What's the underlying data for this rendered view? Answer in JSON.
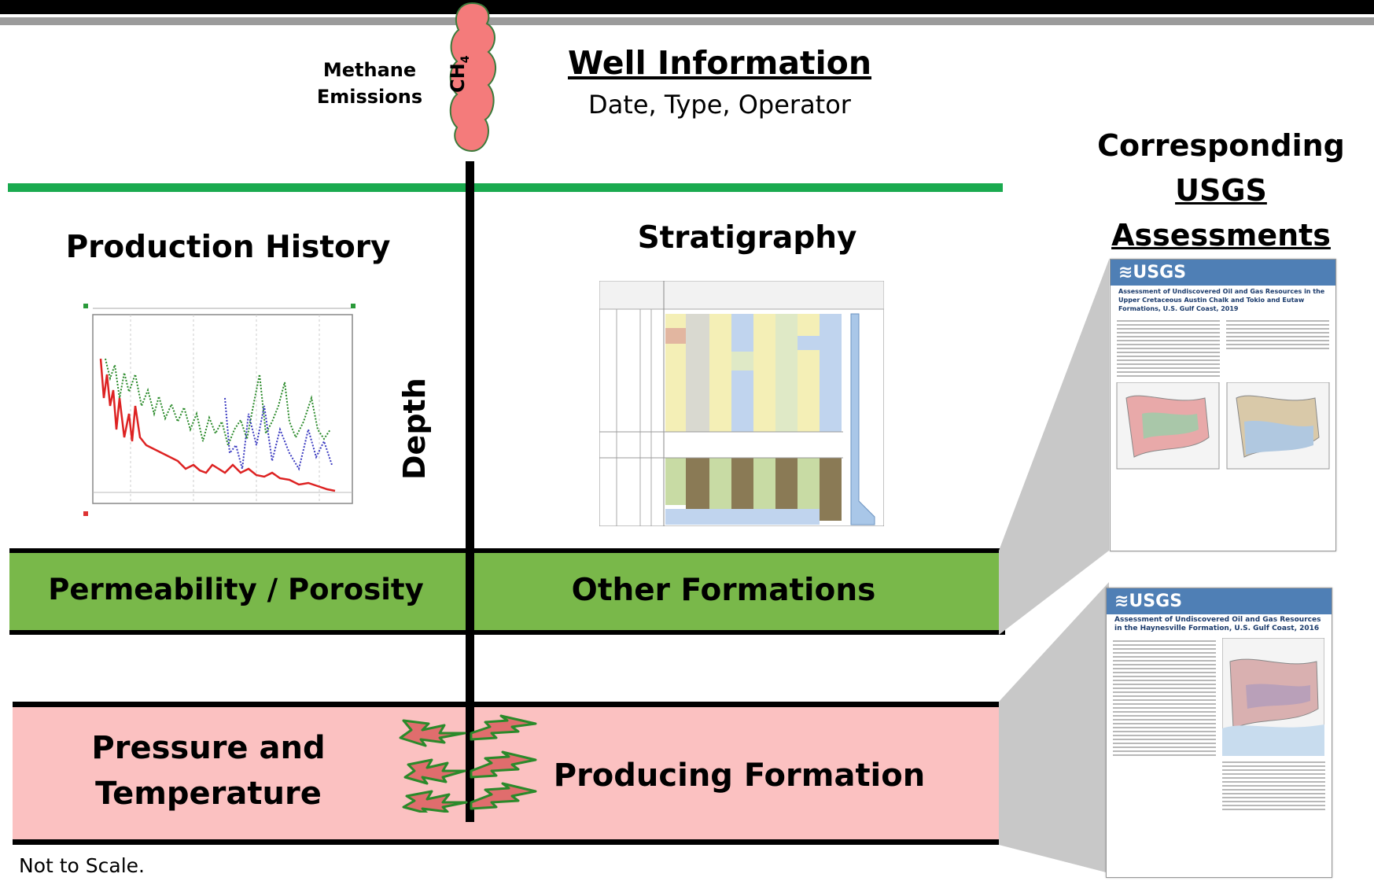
{
  "methane": {
    "label_line1": "Methane",
    "label_line2": "Emissions",
    "cloud_text": "CH",
    "cloud_sub": "4"
  },
  "well": {
    "title": "Well Information",
    "subtitle": "Date, Type, Operator"
  },
  "usgs": {
    "title_line1": "Corresponding",
    "title_line2": "USGS Assessments"
  },
  "sections": {
    "production": "Production History",
    "stratigraphy": "Stratigraphy",
    "depth": "Depth",
    "permeability": "Permeability / Porosity",
    "other_formations": "Other Formations",
    "pressure_line1": "Pressure and",
    "pressure_line2": "Temperature",
    "producing": "Producing Formation"
  },
  "footer": {
    "note": "Not to Scale."
  },
  "docs": [
    {
      "logo": "≋USGS",
      "title": "Assessment of Undiscovered Oil and Gas Resources in the Upper Cretaceous Austin Chalk and Tokio and Eutaw Formations, U.S. Gulf Coast, 2019"
    },
    {
      "logo": "≋USGS",
      "title": "Assessment of Undiscovered Oil and Gas Resources in the Haynesville Formation, U.S. Gulf Coast, 2016"
    }
  ],
  "colors": {
    "green_line": "#1aaa4f",
    "green_band": "#79b84a",
    "pink_band": "#fbc1c1",
    "cloud": "#f47b7b",
    "usgs_blue": "#4f7fb5"
  }
}
